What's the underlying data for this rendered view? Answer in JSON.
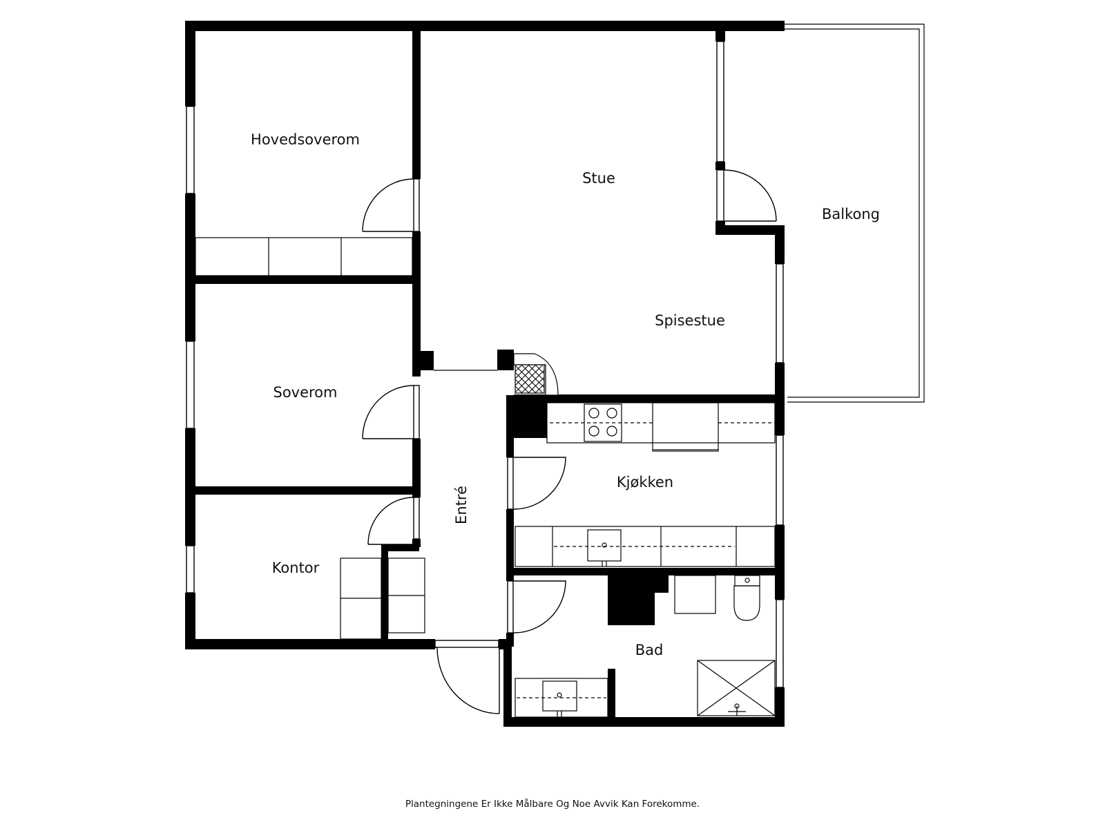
{
  "rooms": {
    "hovedsoverom": "Hovedsoverom",
    "stue": "Stue",
    "balkong": "Balkong",
    "spisestue": "Spisestue",
    "soverom": "Soverom",
    "kjokken": "Kjøkken",
    "entre": "Entré",
    "kontor": "Kontor",
    "bad": "Bad"
  },
  "disclaimer": "Plantegningene Er Ikke Målbare Og Noe Avvik Kan Forekomme.",
  "colors": {
    "wall": "#000000",
    "line": "#000000",
    "background": "#ffffff"
  }
}
